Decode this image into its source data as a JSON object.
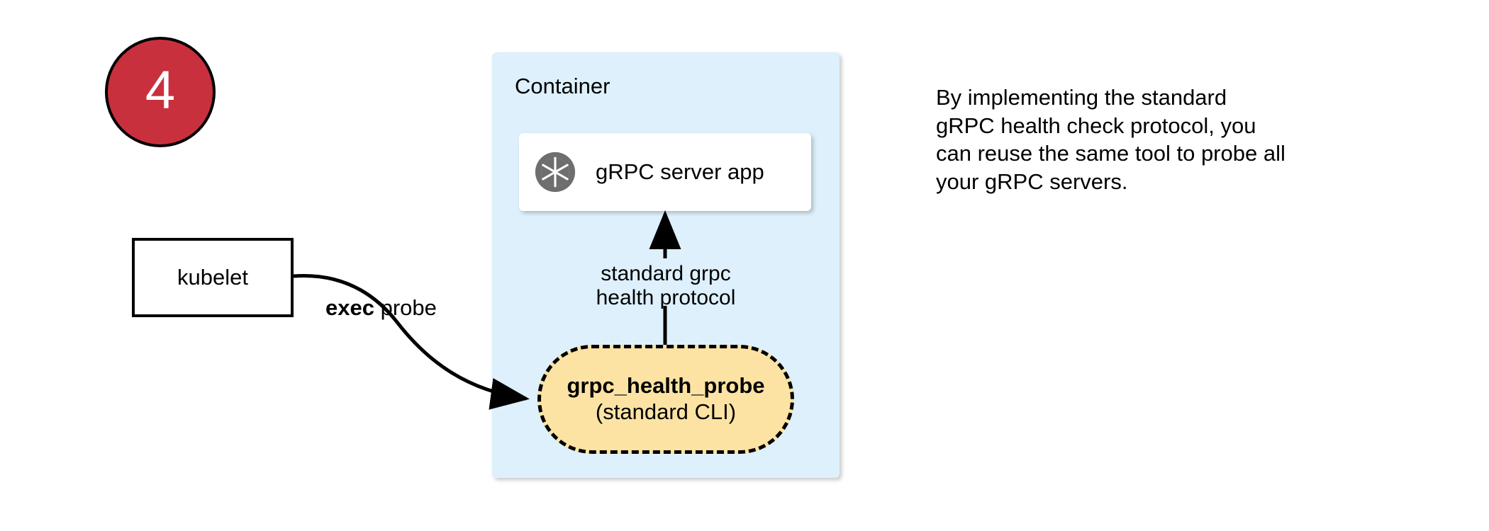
{
  "step": {
    "number": "4",
    "circle_fill": "#c9303e",
    "circle_stroke": "#000000",
    "number_color": "#ffffff"
  },
  "kubelet": {
    "label": "kubelet",
    "fill": "#ffffff",
    "stroke": "#000000"
  },
  "edges": {
    "exec_probe": {
      "bold_text": "exec",
      "rest_text": " probe",
      "from": "kubelet",
      "to": "grpc_health_probe"
    },
    "protocol": {
      "line1": "standard grpc",
      "line2": "health protocol",
      "from": "grpc_health_probe",
      "to": "grpc-server-app"
    }
  },
  "container": {
    "title": "Container",
    "fill": "#ddf0fb"
  },
  "server_app": {
    "label": "gRPC server app",
    "icon": "grpc-aperture-icon",
    "icon_color": "#6e6e6e",
    "fill": "#ffffff"
  },
  "probe": {
    "name": "grpc_health_probe",
    "subtitle": "(standard CLI)",
    "fill": "#fce3a3",
    "stroke": "#000000",
    "stroke_style": "dashed"
  },
  "note": {
    "line1": "By implementing the standard",
    "line2": "gRPC health check protocol, you",
    "line3": "can reuse the same tool to probe all",
    "line4": "your gRPC servers."
  }
}
